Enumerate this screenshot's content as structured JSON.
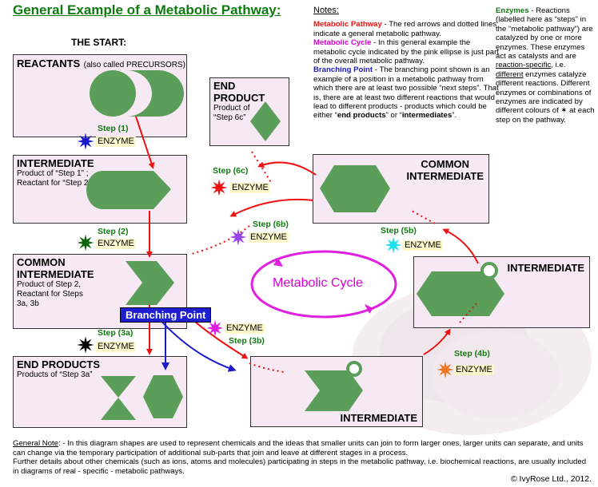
{
  "title": "General Example of a Metabolic Pathway:",
  "start_label": "THE START:",
  "reactants": {
    "header": "REACTANTS",
    "header_note": "(also called PRECURSORS)"
  },
  "intermediate1": {
    "header": "INTERMEDIATE",
    "line1": "Product of “Step 1” ;",
    "line2": "Reactant for “Step 2”"
  },
  "common1": {
    "header1": "COMMON",
    "header2": "INTERMEDIATE",
    "line1": "Product of Step 2,",
    "line2": "Reactant for Steps",
    "line3": "3a, 3b"
  },
  "end_products": {
    "header": "END PRODUCTS",
    "line1": "Products of “Step 3a”"
  },
  "end_product_top": {
    "header": "END PRODUCT",
    "line1": "Product of",
    "line2": "“Step 6c”"
  },
  "common2": {
    "header1": "COMMON",
    "header2": "INTERMEDIATE"
  },
  "intermediate_right": {
    "header": "INTERMEDIATE"
  },
  "intermediate_bottom": {
    "header": "INTERMEDIATE"
  },
  "branching_point": "Branching Point",
  "metabolic_cycle": "Metabolic Cycle",
  "enzyme_word": "ENZYME",
  "steps": {
    "s1": "Step (1)",
    "s2": "Step (2)",
    "s3a": "Step (3a)",
    "s3b": "Step (3b)",
    "s4b": "Step (4b)",
    "s5b": "Step (5b)",
    "s6b": "Step (6b)",
    "s6c": "Step (6c)"
  },
  "enzyme_colors": {
    "s1": "#1a1acc",
    "s2": "#0d660d",
    "s3a": "#000000",
    "s3b": "#e01ee0",
    "s4b": "#ee7722",
    "s5b": "#22ddee",
    "s6b": "#9944ee",
    "s6c": "#ee1111"
  },
  "notes": {
    "title": "Notes:",
    "pathway_label": "Metabolic Pathway",
    "pathway_text": " - The red arrows and dotted lines indicate a general metabolic pathway.",
    "cycle_label": "Metabolic Cycle",
    "cycle_text": " - In this general example the metabolic cycle indicated by the pink ellipse is just part of the overall metabolic pathway.",
    "branch_label": "Branching Point",
    "branch_text_a": " - The branching point shown is an example of a position in a metabolic pathway from which there are at least two possible “next steps”. That is, there are at least two different reactions that would lead to different products - products which could be either “",
    "branch_bold1": "end products",
    "branch_text_b": "” or “",
    "branch_bold2": "intermediates",
    "branch_text_c": "”."
  },
  "enzymes_note": {
    "label": "Enzymes",
    "text_a": " - Reactions (labelled here as “steps” in the “metabolic pathway”) are catalyzed by one or more enzymes. These enzymes act as catalysts and are ",
    "link1": "reaction-specific",
    "text_b": ", i.e. ",
    "link2": "different",
    "text_c": " enzymes catalyze different reactions. Different enzymes or combinations of enzymes are indicated by different colours of ✶ at each step on the pathway."
  },
  "general_note": {
    "label": "General Note",
    "text": ": - In this diagram shapes are used to represent chemicals and the ideas that smaller units can join to form larger ones, larger units can separate, and units can change via the temporary participation of additional sub-parts that join and leave at different stages in a process.",
    "text2": "Further details about other chemicals (such as ions, atoms and molecules) participating in steps in the metabolic pathway, i.e. biochemical reactions, are usually included in diagrams of real - specific - metabolic pathways."
  },
  "copyright": "© IvyRose Ltd., 2012."
}
